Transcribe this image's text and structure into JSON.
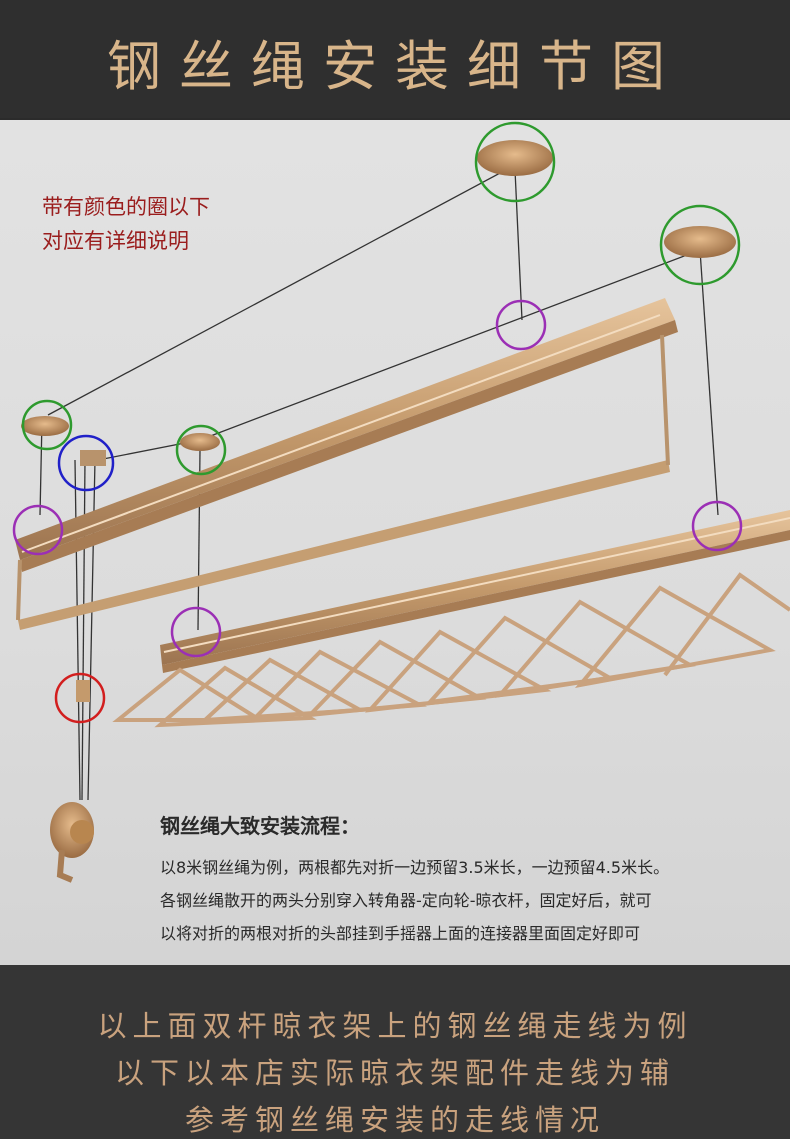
{
  "header": {
    "title": "钢丝绳安装细节图"
  },
  "note": {
    "line1": "带有颜色的圈以下",
    "line2": "对应有详细说明"
  },
  "steps": {
    "title": "钢丝绳大致安装流程：",
    "line1": "以8米钢丝绳为例，两根都先对折一边预留3.5米长，一边预留4.5米长。",
    "line2": "各钢丝绳散开的两头分别穿入转角器-定向轮-晾衣杆，固定好后，就可",
    "line3": "以将对折的两根对折的头部挂到手摇器上面的连接器里面固定好即可"
  },
  "footer": {
    "line1": "以上面双杆晾衣架上的钢丝绳走线为例",
    "line2": "以下以本店实际晾衣架配件走线为辅",
    "line3": "参考钢丝绳安装的走线情况"
  },
  "colors": {
    "gold": "#d8b58a",
    "rail": "#c49a6c",
    "green": "#2e9a2e",
    "purple": "#9b2fb5",
    "blue": "#2020c8",
    "red": "#d21e1e"
  }
}
